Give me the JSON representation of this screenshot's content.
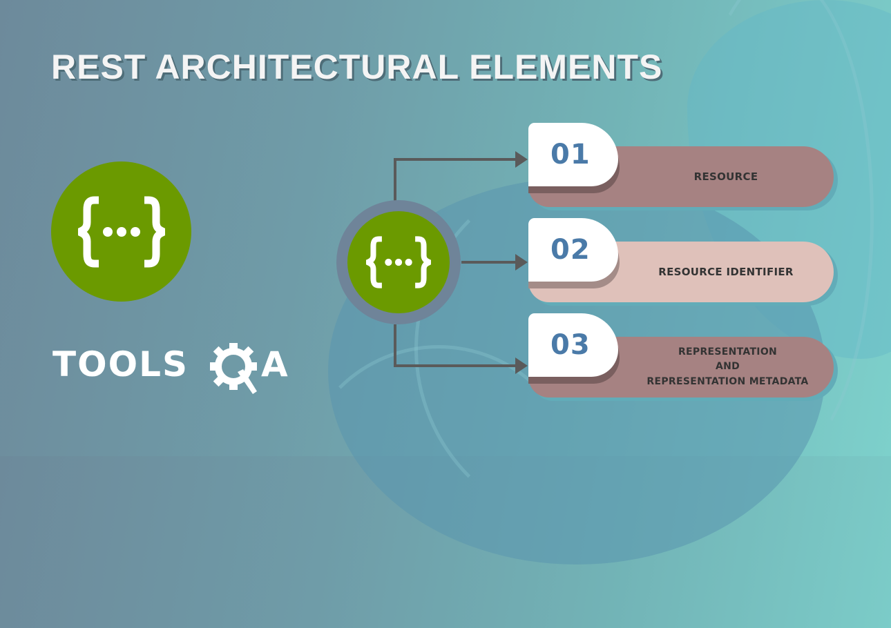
{
  "title": "REST ARCHITECTURAL ELEMENTS",
  "logo": {
    "icon": "curly-braces-ellipsis-icon",
    "glyph": "{…}",
    "color": "#6b9a00"
  },
  "brand": {
    "name": "TOOLSQA",
    "text_part": "TOOLS",
    "icon": "gear-magnifier-q-icon",
    "suffix": "A"
  },
  "hub": {
    "icon": "curly-braces-ellipsis-icon",
    "ring_color": "#6f8499",
    "fill_color": "#6b9a00"
  },
  "connector_color": "#5a5a5a",
  "elements": [
    {
      "number": "01",
      "label": "RESOURCE",
      "label_lines": [
        "RESOURCE"
      ],
      "color": "#a68282"
    },
    {
      "number": "02",
      "label": "RESOURCE IDENTIFIER",
      "label_lines": [
        "RESOURCE IDENTIFIER"
      ],
      "color": "#dfc1ba"
    },
    {
      "number": "03",
      "label": "REPRESENTATION AND REPRESENTATION METADATA",
      "label_lines": [
        "REPRESENTATION",
        "AND",
        "REPRESENTATION METADATA"
      ],
      "color": "#a68282"
    }
  ],
  "colors": {
    "number_text": "#4a7aa8",
    "label_text": "#333333",
    "title_text": "#f4f4f4"
  }
}
